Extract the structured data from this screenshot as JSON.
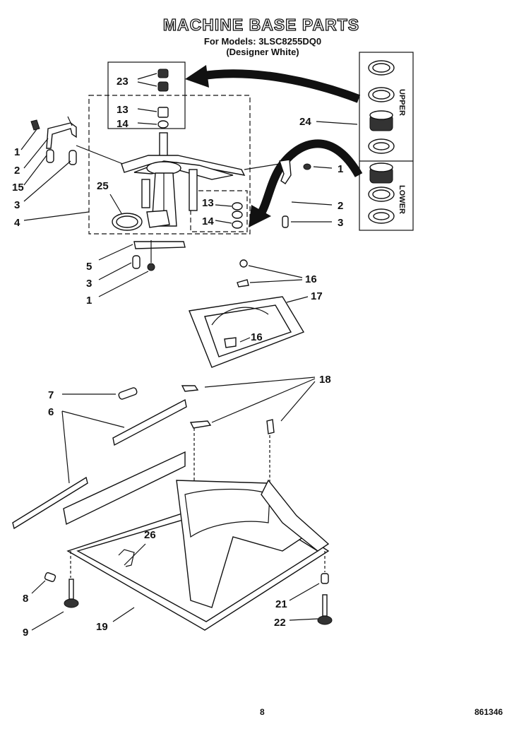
{
  "title": "MACHINE BASE PARTS",
  "models_line": "For Models: 3LSC8255DQ0",
  "variant_line": "(Designer White)",
  "page_number": "8",
  "doc_code": "861346",
  "kit_labels": {
    "upper": "UPPER",
    "lower": "LOWER"
  },
  "callouts": {
    "c23": "23",
    "c13a": "13",
    "c14a": "14",
    "c24": "24",
    "c25": "25",
    "c1a": "1",
    "c2a": "2",
    "c15": "15",
    "c3a": "3",
    "c4": "4",
    "c1b": "1",
    "c2b": "2",
    "c3b": "3",
    "c13b": "13",
    "c14b": "14",
    "c5": "5",
    "c3c": "3",
    "c1c": "1",
    "c16a": "16",
    "c17": "17",
    "c16b": "16",
    "c7": "7",
    "c6": "6",
    "c18": "18",
    "c26": "26",
    "c8": "8",
    "c9": "9",
    "c19": "19",
    "c21": "21",
    "c22": "22"
  }
}
